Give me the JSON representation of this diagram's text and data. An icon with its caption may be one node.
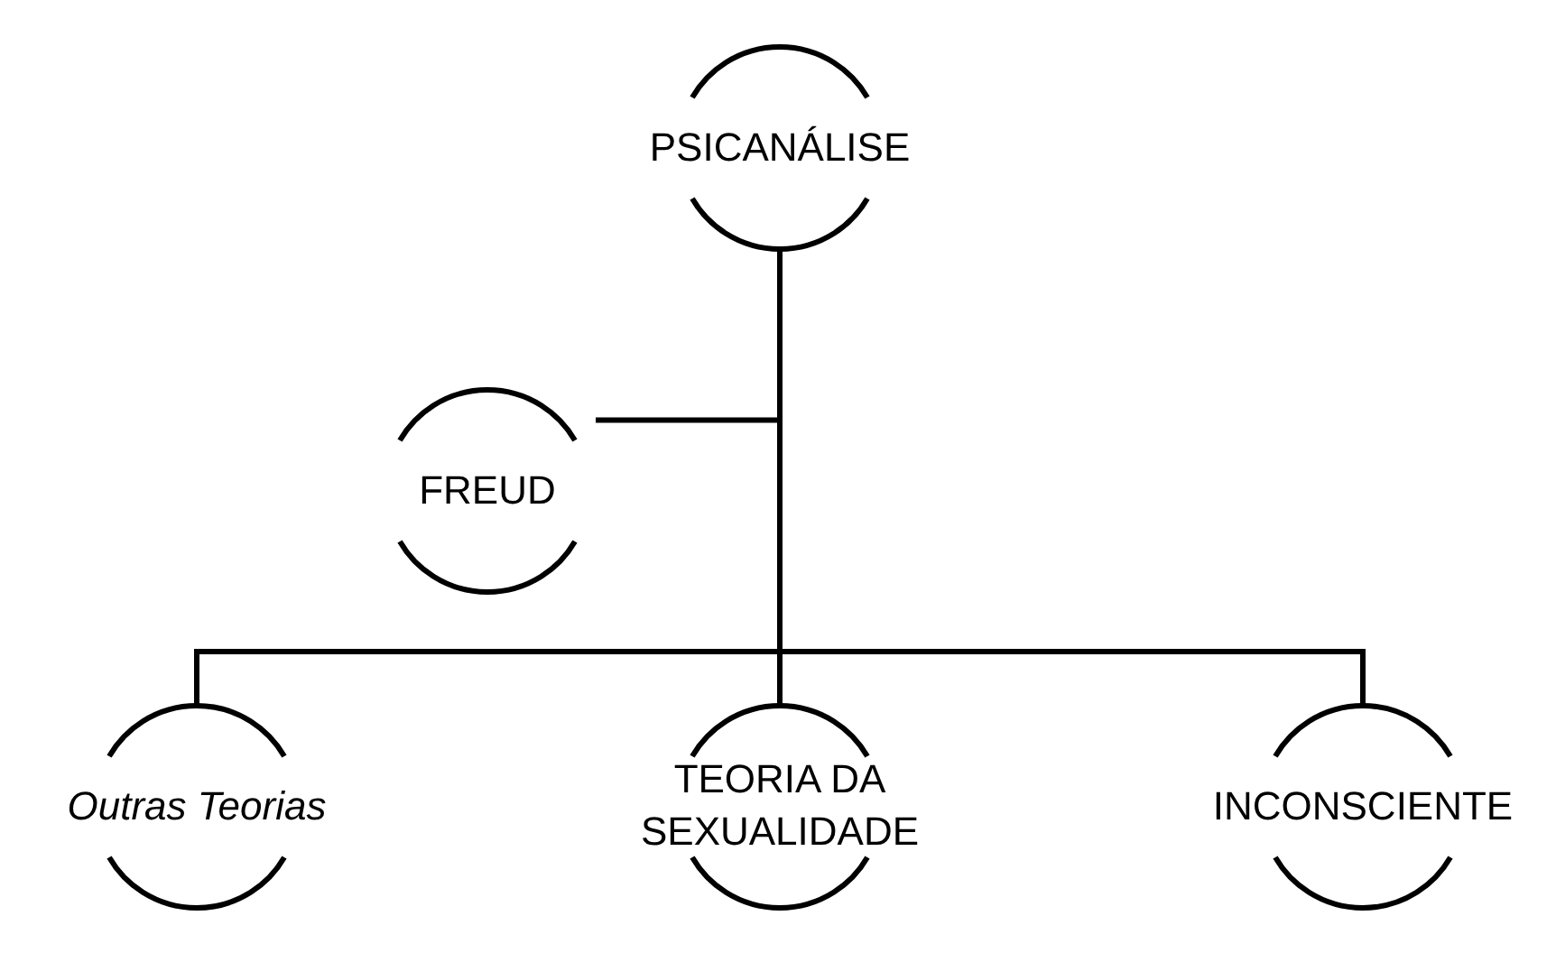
{
  "diagram": {
    "nodes": [
      {
        "text": [
          "PSICANÁLISE"
        ]
      },
      {
        "text": [
          "FREUD"
        ]
      },
      {
        "text": [
          "Outras Teorias"
        ]
      },
      {
        "text": [
          "TEORIA DA SEXUALIDADE"
        ]
      },
      {
        "text": [
          "INCONSCIENTE"
        ]
      }
    ],
    "edges": [
      {
        "from": 0,
        "to": 1,
        "arrow": "none"
      },
      {
        "from": 0,
        "to": 2,
        "arrow": "none"
      },
      {
        "from": 0,
        "to": 3,
        "arrow": "none"
      },
      {
        "from": 0,
        "to": 4,
        "arrow": "none"
      }
    ]
  }
}
